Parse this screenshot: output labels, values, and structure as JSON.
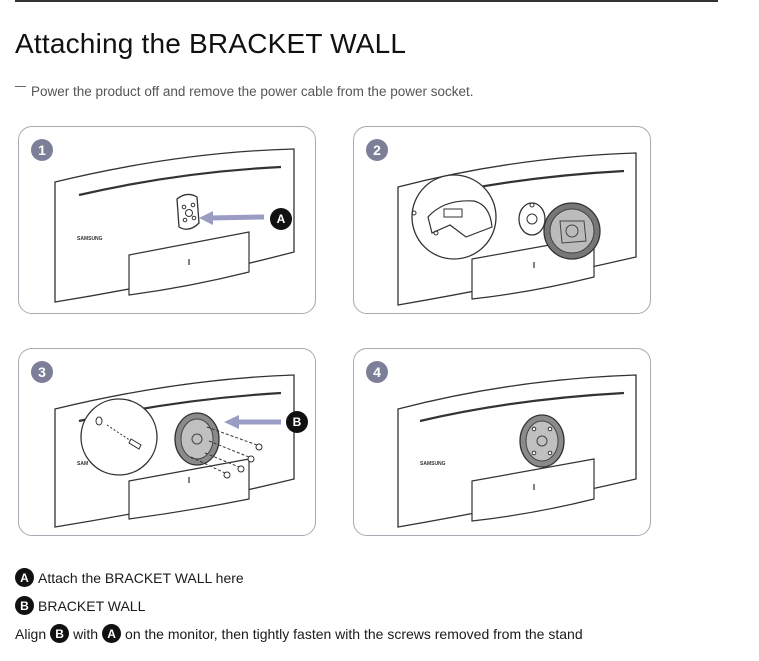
{
  "title": "Attaching the BRACKET WALL",
  "note": "Power the product off and remove the power cable from the power socket.",
  "panels": [
    {
      "step": "1",
      "brand": "SAMSUNG",
      "callout": "A"
    },
    {
      "step": "2",
      "brand": "",
      "callout": ""
    },
    {
      "step": "3",
      "brand": "SAM",
      "callout": "B"
    },
    {
      "step": "4",
      "brand": "SAMSUNG",
      "callout": ""
    }
  ],
  "legend": {
    "a_letter": "A",
    "a_text": "Attach the BRACKET WALL here",
    "b_letter": "B",
    "b_text": "BRACKET WALL",
    "align_pre": "Align",
    "align_with": "with",
    "align_post": "on the monitor, then tightly fasten with the screws removed from the stand"
  },
  "colors": {
    "badge": "#7d7f98",
    "arrow": "#9b9cc4",
    "frame": "#a9a9b3"
  }
}
